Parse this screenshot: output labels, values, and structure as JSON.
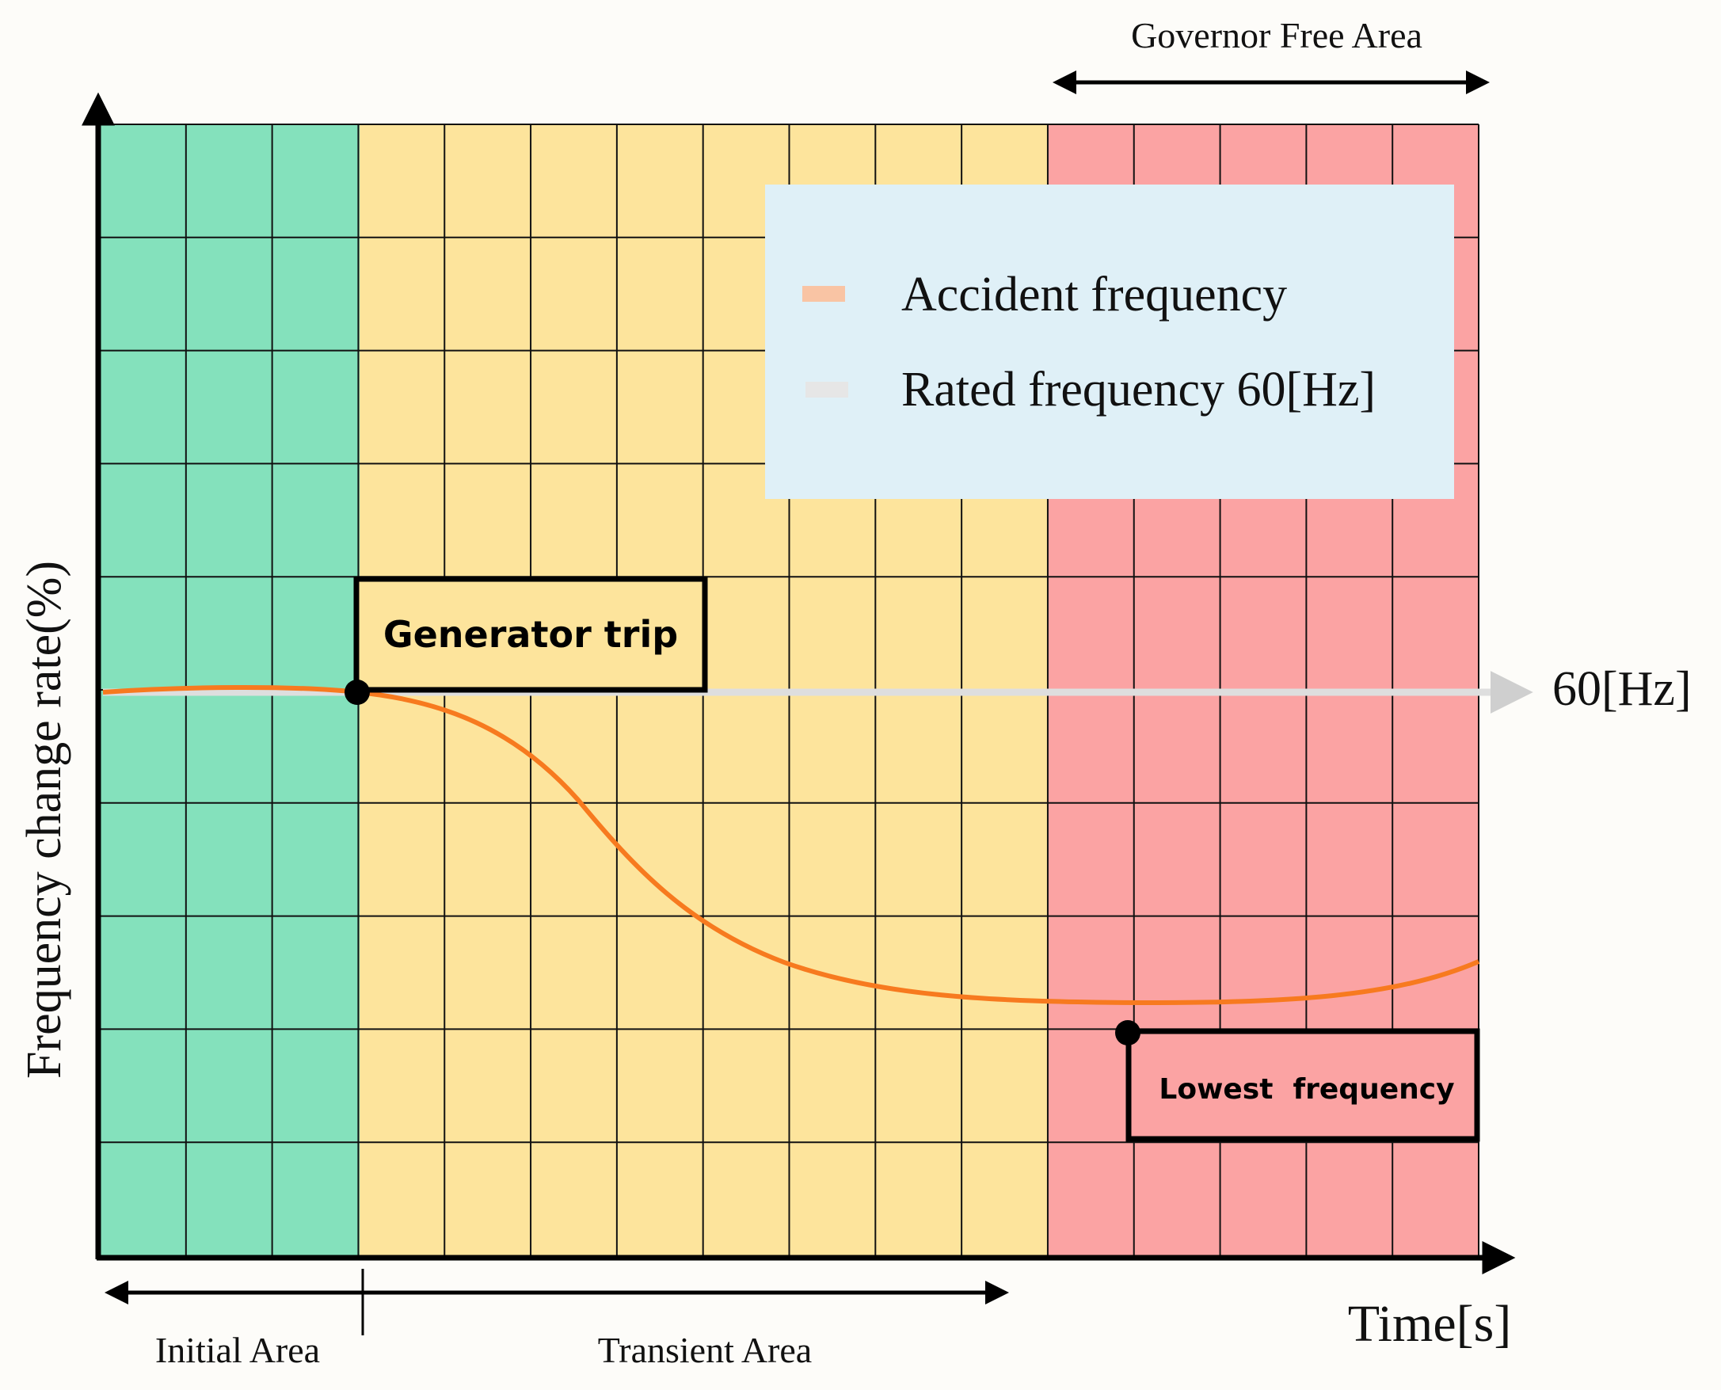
{
  "axes": {
    "ylabel": "Frequency change rate(%)",
    "xlabel": "Time[s]"
  },
  "areas": {
    "initial": "Initial Area",
    "transient": "Transient Area",
    "governor_free": "Governor Free Area"
  },
  "legend": {
    "items": [
      {
        "label": "Accident frequency",
        "color": "#f9c4a4"
      },
      {
        "label": "Rated frequency 60[Hz]",
        "color": "#e6e6e6"
      }
    ]
  },
  "annotations": {
    "generator_trip": "Generator trip",
    "lowest_frequency": "Lowest  frequency",
    "rated_label": "60[Hz]"
  },
  "colors": {
    "initial_zone": "#84e1bc",
    "transient_zone": "#fde49c",
    "governor_zone": "#fba3a3",
    "accident_curve": "#f77a1f",
    "legend_box": "#dff0f7"
  }
}
